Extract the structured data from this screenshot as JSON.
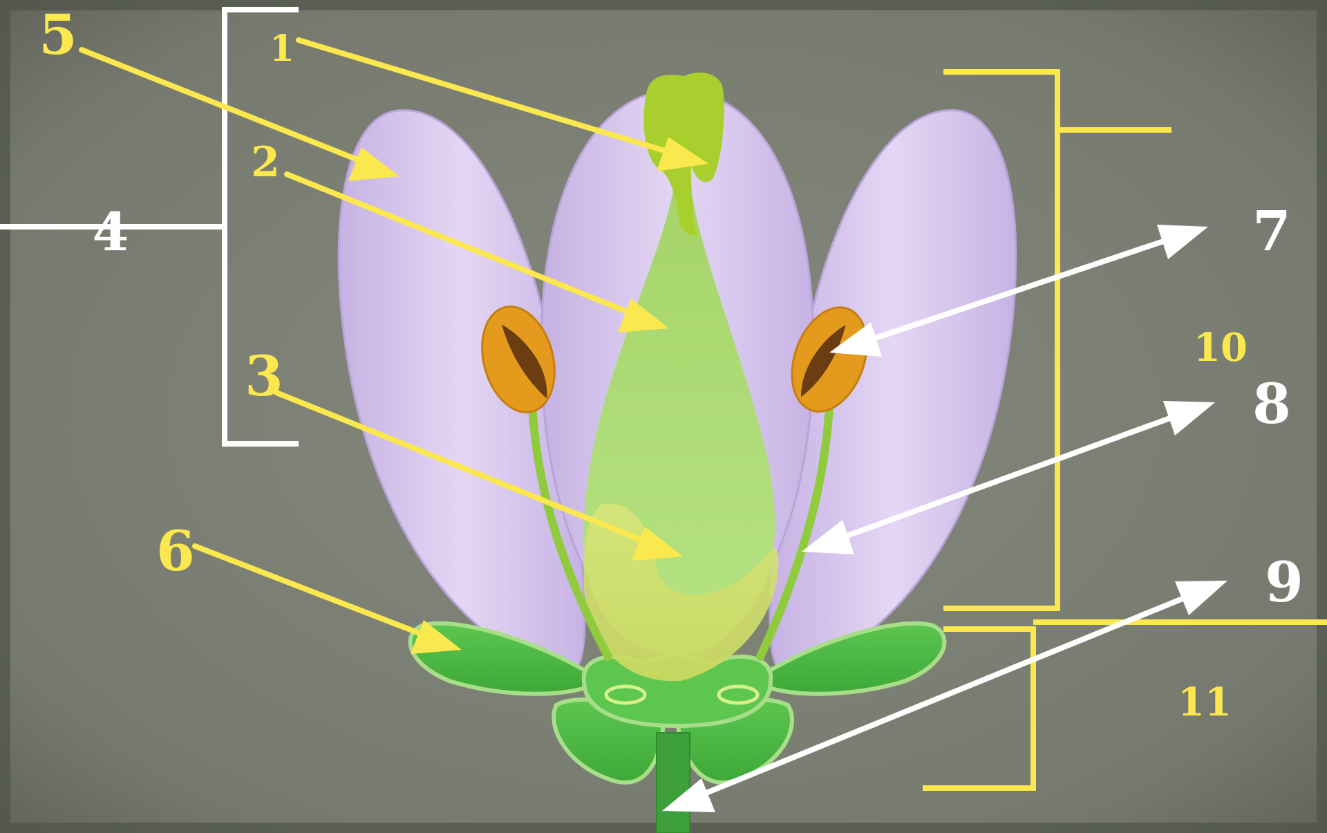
{
  "colors": {
    "background": "#7b7f73",
    "frame": "#4f5249",
    "petal": "#d6c4ec",
    "petal_edge": "#b8a4d8",
    "pistil": "#b2e07f",
    "stigma": "#a9cf2e",
    "ovary_glow": "#cfe06a",
    "filament": "#8fcb3c",
    "anther": "#e39a1d",
    "anther_slit": "#6b3d10",
    "sepal": "#4bb842",
    "sepal_light": "#a8de8a",
    "stem": "#3ea03a",
    "label_yellow": "#fbe84e",
    "label_white": "#ffffff"
  },
  "labels": {
    "n1": "1",
    "n2": "2",
    "n3": "3",
    "n4": "4",
    "n5": "5",
    "n6": "6",
    "n7": "7",
    "n8": "8",
    "n9": "9",
    "n10": "10",
    "n11": "11"
  },
  "icons": {
    "pointer": "arrow-icon",
    "grouping": "bracket-icon"
  }
}
